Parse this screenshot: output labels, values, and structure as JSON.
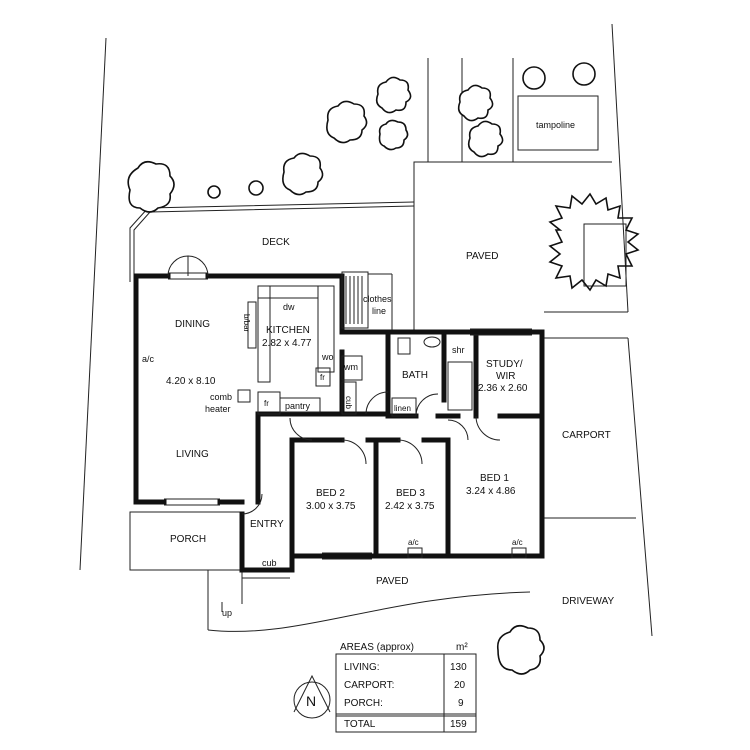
{
  "rooms": {
    "deck": "DECK",
    "paved_top": "PAVED",
    "dining": "DINING",
    "dining_size": "4.20 x 8.10",
    "ac_west": "a/c",
    "bbar": "b/bar",
    "kitchen": "KITCHEN",
    "kitchen_size": "2.82 x 4.77",
    "dw": "dw",
    "wo": "wo",
    "fr_kitchen": "fr",
    "fr_living": "fr",
    "pantry": "pantry",
    "comb_heater_1": "comb",
    "comb_heater_2": "heater",
    "wm": "wm",
    "cub_laundry": "cub",
    "clothes_line_1": "clothes",
    "clothes_line_2": "line",
    "bath": "BATH",
    "shr": "shr",
    "linen": "linen",
    "study_1": "STUDY/",
    "study_2": "WIR",
    "study_size": "2.36 x 2.60",
    "living": "LIVING",
    "bed2": "BED 2",
    "bed2_size": "3.00 x 3.75",
    "bed3": "BED 3",
    "bed3_size": "2.42 x 3.75",
    "bed1": "BED 1",
    "bed1_size": "3.24 x 4.86",
    "ac_bed3": "a/c",
    "ac_bed1": "a/c",
    "porch": "PORCH",
    "entry": "ENTRY",
    "cub_entry": "cub",
    "up": "up",
    "paved_bottom": "PAVED",
    "carport": "CARPORT",
    "driveway": "DRIVEWAY",
    "trampoline": "tampoline"
  },
  "areas": {
    "title": "AREAS (approx)",
    "unit": "m²",
    "rows": [
      {
        "label": "LIVING:",
        "value": "130"
      },
      {
        "label": "CARPORT:",
        "value": "20"
      },
      {
        "label": "PORCH:",
        "value": "9"
      }
    ],
    "total_label": "TOTAL",
    "total_value": "159"
  },
  "compass": "N"
}
